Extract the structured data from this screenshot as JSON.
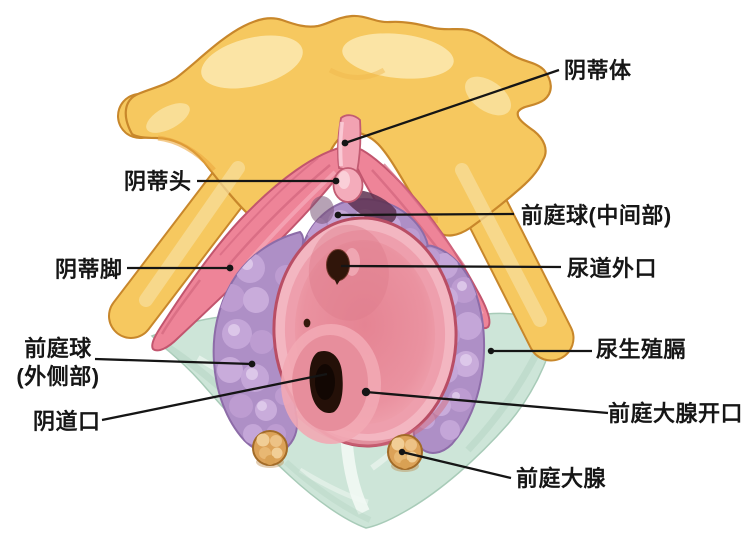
{
  "figure": {
    "kind": "anatomical-diagram",
    "subject": "female external genital / vestibular bulb anatomy"
  },
  "labels": [
    {
      "id": "clitoral-body",
      "text": "阴蒂体",
      "side": "right"
    },
    {
      "id": "glans-clitoris",
      "text": "阴蒂头",
      "side": "left"
    },
    {
      "id": "vestibular-bulb-intermediate",
      "text": "前庭球(中间部)",
      "side": "right"
    },
    {
      "id": "crus-of-clitoris",
      "text": "阴蒂脚",
      "side": "left"
    },
    {
      "id": "external-urethral-orifice",
      "text": "尿道外口",
      "side": "right"
    },
    {
      "id": "vestibular-bulb-lateral",
      "text": "前庭球(外侧部)",
      "line1": "前庭球",
      "line2": "(外侧部)",
      "side": "left"
    },
    {
      "id": "vaginal-orifice",
      "text": "阴道口",
      "side": "left"
    },
    {
      "id": "urogenital-diaphragm",
      "text": "尿生殖膈",
      "side": "right"
    },
    {
      "id": "greater-vestibular-gland-opening",
      "text": "前庭大腺开口",
      "side": "right"
    },
    {
      "id": "greater-vestibular-gland",
      "text": "前庭大腺",
      "side": "right"
    }
  ],
  "colors": {
    "bone_yellow": "#F6C85F",
    "bone_outline": "#C8872B",
    "muscle_pink": "#EE8498",
    "clitoris_pink": "#F2A2B2",
    "bulb_purple": "#AE8FC6",
    "vestibule_pink": "#EE9FAD",
    "opening_dark": "#2A1208",
    "diaphragm_mint": "#CDE5D8",
    "gland_tan": "#DCA258",
    "leader_line": "#151515"
  }
}
